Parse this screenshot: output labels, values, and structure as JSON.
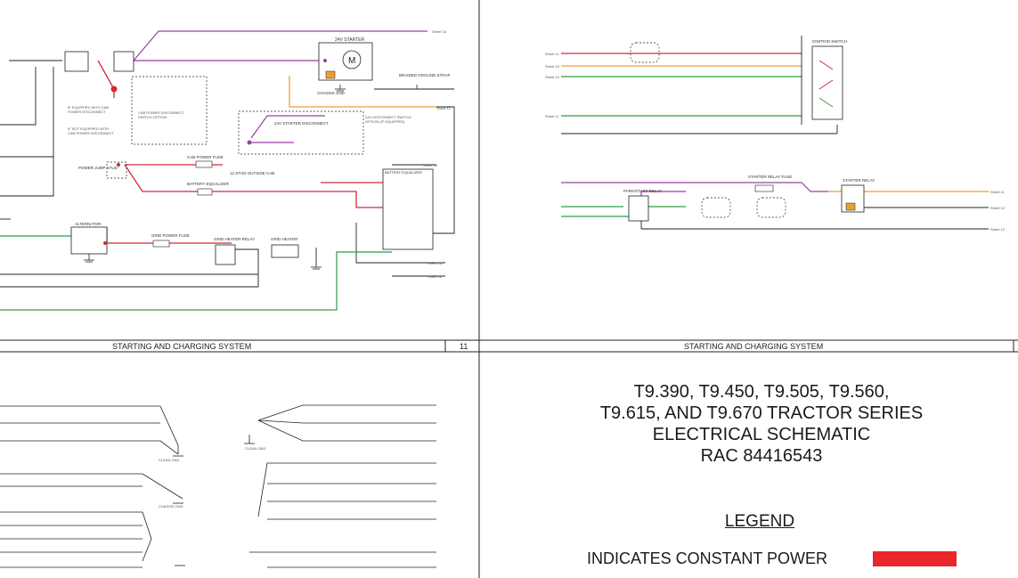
{
  "pages": {
    "top_left_footer": "STARTING AND CHARGING SYSTEM",
    "top_left_page_number": "11",
    "top_right_footer": "STARTING AND CHARGING SYSTEM"
  },
  "schematic_labels": {
    "starter": "24V STARTER",
    "chassis_gnd": "CHASSIS GND",
    "cab_power_fuse": "CAB POWER FUSE",
    "battery_equalizer": "BATTERY EQUALIZER",
    "battery_equalizer_right": "BATTERY EQUALIZER",
    "alternator": "ALTERNATOR",
    "grid_power_fuse": "GRID POWER FUSE",
    "grid_heater_relay": "GRID HEATER RELAY",
    "grid_heater": "GRID HEATER",
    "starter_disconnect": "24V STARTER DISCONNECT",
    "stud_outside_cab": "12 STUD OUTSIDE CAB",
    "ignition_switch": "IGNITION SWITCH",
    "starter_relay_fuse": "STARTER RELAY FUSE",
    "starter_relay": "STARTER RELAY",
    "park_start_relay": "PARK/START RELAY",
    "power_jump_stud": "POWER JUMP STUD",
    "braided_ground_strap": "BRAIDED GROUND STRAP",
    "clean_gnd": "CLEAN GND",
    "motor_symbol": "M"
  },
  "title_lines": [
    "T9.390, T9.450, T9.505, T9.560,",
    "T9.615, AND T9.670 TRACTOR SERIES",
    "ELECTRICAL SCHEMATIC",
    "RAC 84416543"
  ],
  "legend": {
    "heading": "LEGEND",
    "item_label": "INDICATES CONSTANT POWER",
    "item_color": "#e8262b"
  },
  "colors": {
    "wire_red": "#d42a36",
    "wire_purple": "#9b3fa4",
    "wire_orange": "#eaa031",
    "wire_green": "#2f9e46",
    "wire_black": "#222222"
  }
}
